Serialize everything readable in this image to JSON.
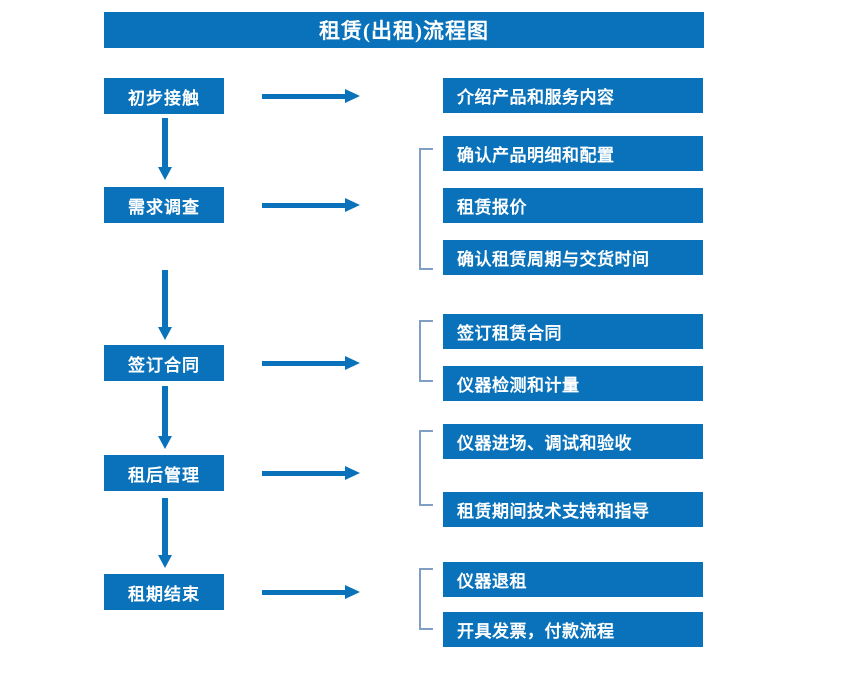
{
  "title": {
    "text": "租赁(出租)流程图"
  },
  "colors": {
    "box_blue": "#0a72ba",
    "bracket_blue": "#7f9fc4",
    "text_white": "#ffffff",
    "background": "#ffffff"
  },
  "stages": [
    {
      "id": "initial-contact",
      "label": "初步接触"
    },
    {
      "id": "requirement-survey",
      "label": "需求调查"
    },
    {
      "id": "sign-contract",
      "label": "签订合同"
    },
    {
      "id": "post-rental-mgmt",
      "label": "租后管理"
    },
    {
      "id": "rental-end",
      "label": "租期结束"
    }
  ],
  "details": [
    {
      "id": "introduce-products",
      "label": "介绍产品和服务内容"
    },
    {
      "id": "confirm-product-spec",
      "label": "确认产品明细和配置"
    },
    {
      "id": "rental-quotation",
      "label": "租赁报价"
    },
    {
      "id": "confirm-period-delivery",
      "label": "确认租赁周期与交货时间"
    },
    {
      "id": "sign-rental-contract",
      "label": "签订租赁合同"
    },
    {
      "id": "instrument-inspection",
      "label": "仪器检测和计量"
    },
    {
      "id": "instrument-onsite",
      "label": "仪器进场、调试和验收"
    },
    {
      "id": "technical-support",
      "label": "租赁期间技术支持和指导"
    },
    {
      "id": "instrument-return",
      "label": "仪器退租"
    },
    {
      "id": "invoice-payment",
      "label": "开具发票，付款流程"
    }
  ],
  "connectors": {
    "horizontal_arrow_count": 5,
    "vertical_arrow_count": 4,
    "bracket_count": 4
  }
}
